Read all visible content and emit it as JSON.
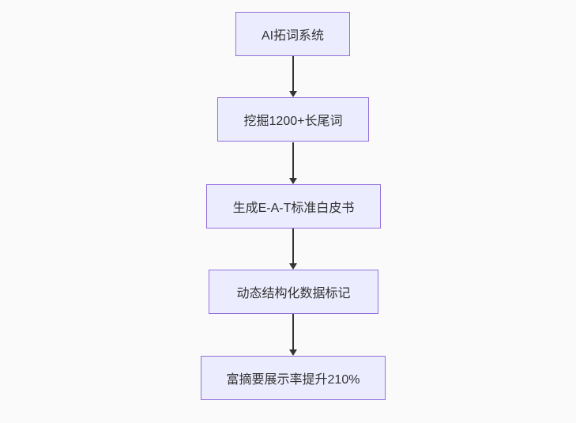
{
  "diagram": {
    "type": "flowchart",
    "direction": "top-down",
    "nodes": [
      {
        "id": "step-1",
        "label": "AI拓词系统"
      },
      {
        "id": "step-2",
        "label": "挖掘1200+长尾词"
      },
      {
        "id": "step-3",
        "label": "生成E-A-T标准白皮书"
      },
      {
        "id": "step-4",
        "label": "动态结构化数据标记"
      },
      {
        "id": "step-5",
        "label": "富摘要展示率提升210%"
      }
    ],
    "edges": [
      {
        "from": "step-1",
        "to": "step-2"
      },
      {
        "from": "step-2",
        "to": "step-3"
      },
      {
        "from": "step-3",
        "to": "step-4"
      },
      {
        "from": "step-4",
        "to": "step-5"
      }
    ],
    "colors": {
      "background": "#fafafa",
      "node_fill": "#ececff",
      "node_border": "#9370db",
      "node_text": "#333333",
      "arrow": "#333333"
    }
  }
}
